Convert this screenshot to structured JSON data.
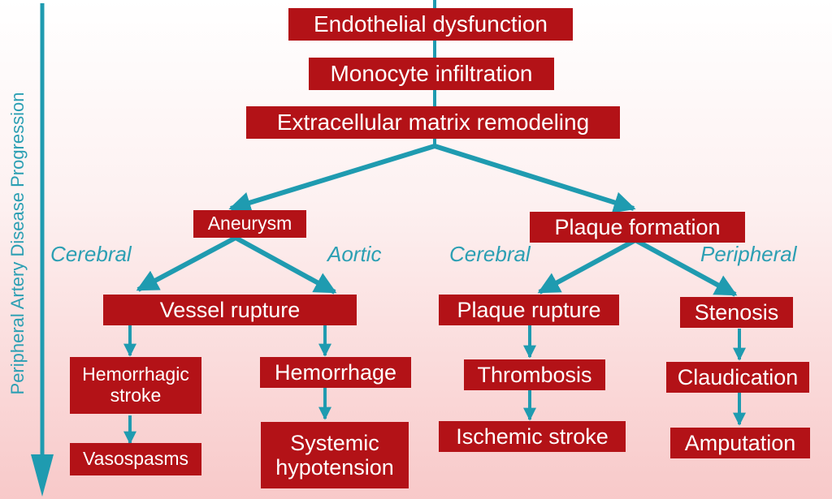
{
  "axis_label": "Peripheral Artery Disease Progression",
  "nodes": {
    "endothelial": "Endothelial dysfunction",
    "monocyte": "Monocyte infiltration",
    "ecm": "Extracellular matrix remodeling",
    "aneurysm": "Aneurysm",
    "plaque_formation": "Plaque formation",
    "vessel_rupture": "Vessel rupture",
    "plaque_rupture": "Plaque rupture",
    "stenosis": "Stenosis",
    "hemorrhagic_stroke_1": "Hemorrhagic",
    "hemorrhagic_stroke_2": "stroke",
    "hemorrhage": "Hemorrhage",
    "thrombosis": "Thrombosis",
    "claudication": "Claudication",
    "vasospasms": "Vasospasms",
    "systemic_hypotension_1": "Systemic",
    "systemic_hypotension_2": "hypotension",
    "ischemic_stroke": "Ischemic stroke",
    "amputation": "Amputation"
  },
  "branch_labels": {
    "aneurysm_left": "Cerebral",
    "aneurysm_right": "Aortic",
    "plaque_left": "Cerebral",
    "plaque_right": "Peripheral"
  },
  "colors": {
    "box": "#b31217",
    "arrow": "#1f9bb0",
    "label": "#2b9fb3"
  }
}
